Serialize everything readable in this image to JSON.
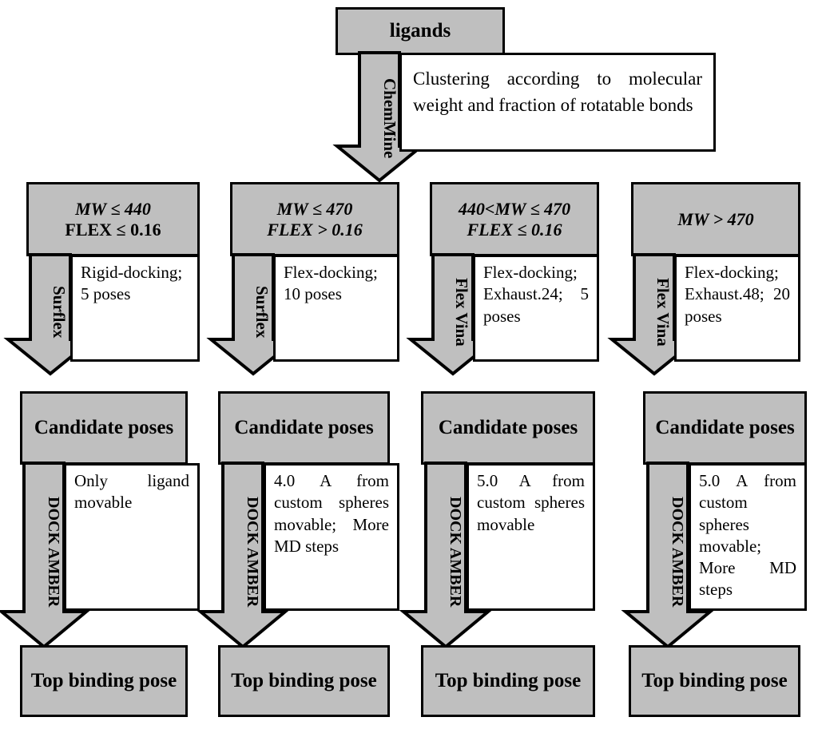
{
  "diagram": {
    "title_node": {
      "label": "ligands"
    },
    "clustering_step": {
      "arrow_label": "ChemMine",
      "description": "Clustering according to molecular weight and fraction of rotatable bonds"
    },
    "columns": [
      {
        "criteria_line1": "MW ≤ 440",
        "criteria_line2": "FLEX ≤ 0.16",
        "criteria_line1_italic": true,
        "criteria_line2_italic": false,
        "dock_arrow_label": "Surflex",
        "dock_detail": "Rigid-docking; 5 poses",
        "intermediate_node": "Candidate poses",
        "refine_arrow_label": "DOCK AMBER",
        "refine_detail": "Only ligand movable",
        "output_node": "Top binding pose"
      },
      {
        "criteria_line1": "MW ≤ 470",
        "criteria_line2": "FLEX > 0.16",
        "criteria_line1_italic": true,
        "criteria_line2_italic": true,
        "dock_arrow_label": "Surflex",
        "dock_detail": "Flex-docking; 10 poses",
        "intermediate_node": "Candidate poses",
        "refine_arrow_label": "DOCK AMBER",
        "refine_detail": "4.0 A from custom spheres movable; More MD steps",
        "output_node": "Top binding pose"
      },
      {
        "criteria_line1": "440<MW ≤ 470",
        "criteria_line2": "FLEX ≤ 0.16",
        "criteria_line1_italic": true,
        "criteria_line2_italic": true,
        "dock_arrow_label": "Flex Vina",
        "dock_detail": "Flex-docking; Exhaust.24; 5 poses",
        "intermediate_node": "Candidate poses",
        "refine_arrow_label": "DOCK AMBER",
        "refine_detail": "5.0 A from custom spheres movable",
        "output_node": "Top binding pose"
      },
      {
        "criteria_line1": "MW > 470",
        "criteria_line2": "",
        "criteria_line1_italic": true,
        "criteria_line2_italic": true,
        "dock_arrow_label": "Flex Vina",
        "dock_detail": "Flex-docking; Exhaust.48; 20 poses",
        "intermediate_node": "Candidate poses",
        "refine_arrow_label": "DOCK AMBER",
        "refine_detail": "5.0 A from custom spheres movable; More MD steps",
        "output_node": "Top binding pose"
      }
    ],
    "colors": {
      "fill_gray": "#bfbfbf",
      "stroke": "#000000",
      "fill_white": "#ffffff"
    }
  }
}
